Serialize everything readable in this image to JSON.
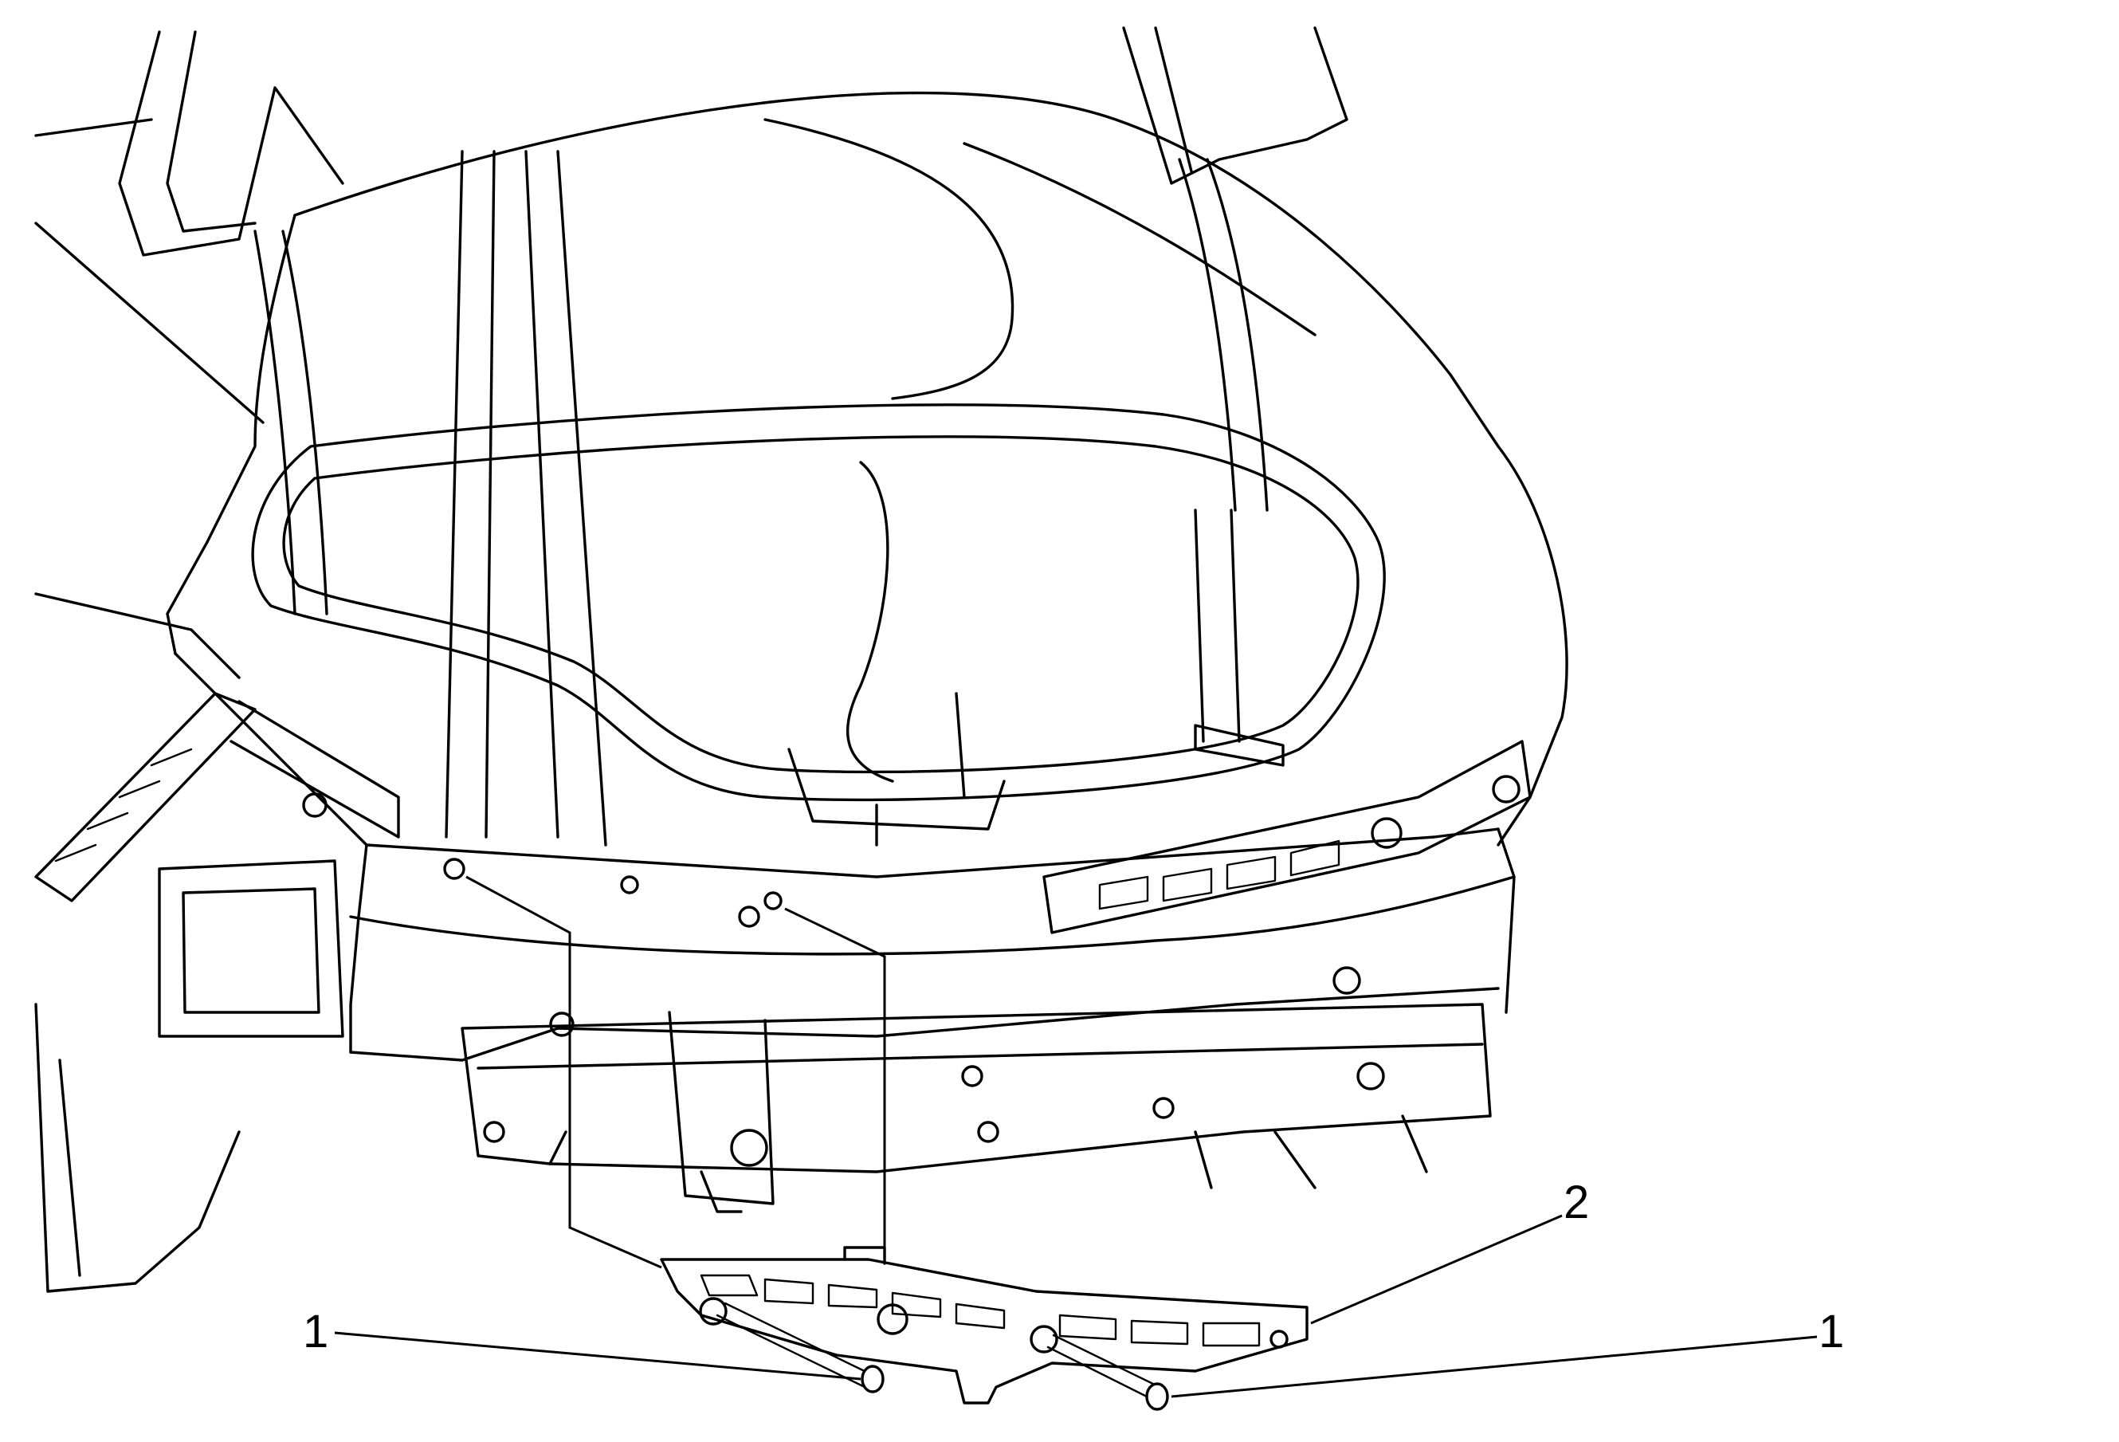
{
  "diagram": {
    "callouts": [
      {
        "id": "fastener-left",
        "label": "1"
      },
      {
        "id": "bracket",
        "label": "2"
      },
      {
        "id": "fastener-right",
        "label": "1"
      }
    ]
  }
}
